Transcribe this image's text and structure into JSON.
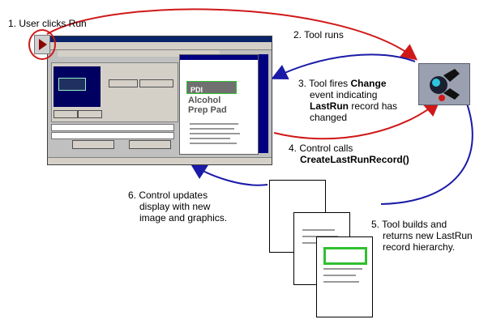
{
  "labels": {
    "step1": "1. User clicks Run",
    "step2": "2. Tool runs",
    "step3_a": "3. Tool fires",
    "step3_b": "Change",
    "step3_c": "event indicating",
    "step3_d": "LastRun",
    "step3_e": "record has",
    "step3_f": "changed",
    "step4_a": "4. Control calls",
    "step4_b": "CreateLastRunRecord()",
    "step5_a": "5. Tool builds and",
    "step5_b": "returns new LastRun",
    "step5_c": "record hierarchy.",
    "step6_a": "6. Control updates",
    "step6_b": "display with new",
    "step6_c": "image and graphics."
  },
  "app_window": {
    "doc_big_line1": "Alcohol",
    "doc_big_line2": "Prep Pad",
    "doc_logo": "PDI"
  },
  "colors": {
    "red_arrow": "#d01818",
    "blue_arrow": "#1a1aa8",
    "green_frame": "#30c030"
  }
}
